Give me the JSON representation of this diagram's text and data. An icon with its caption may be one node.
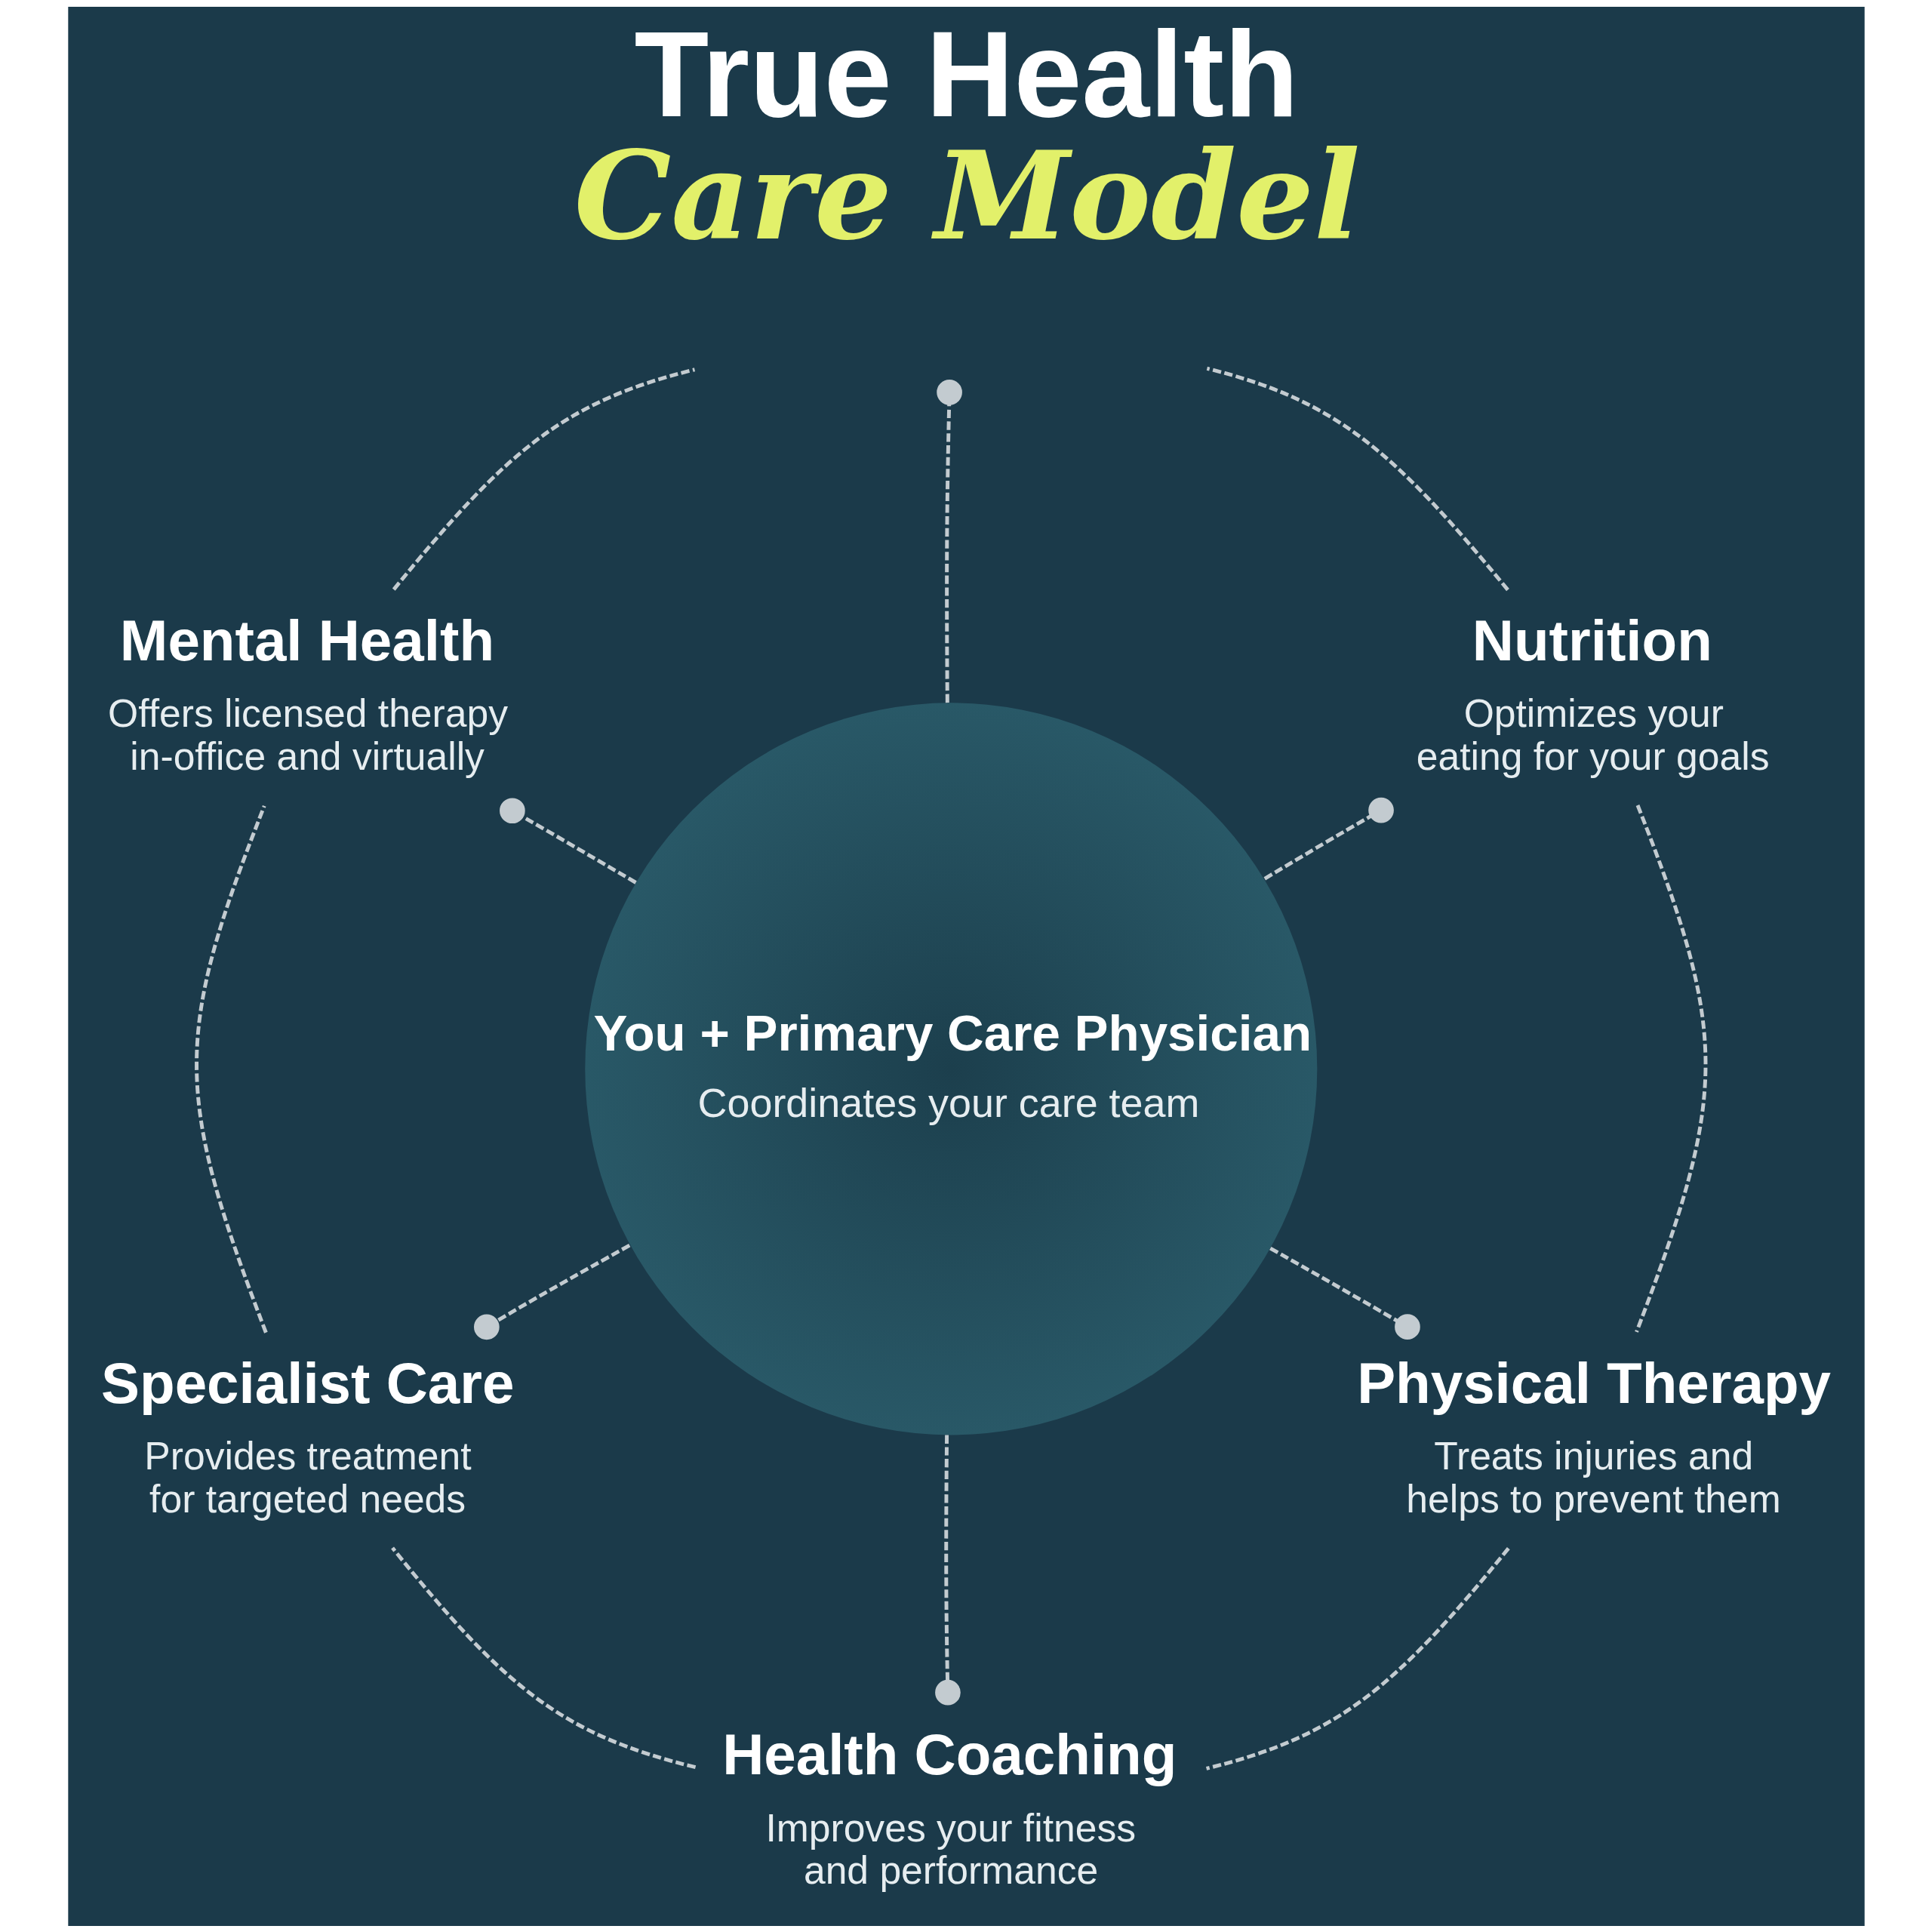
{
  "diagram": {
    "title": "True Health Care Model",
    "nodes": [
      {
        "text": [
          "Mental Health",
          "Offers licensed therapy in-office and virtually"
        ]
      },
      {
        "text": [
          "Nutrition",
          "Optimizes your eating for your goals"
        ]
      },
      {
        "text": [
          "You + Primary Care Physician",
          "Coordinates your care team"
        ]
      },
      {
        "text": [
          "Specialist Care",
          "Provides treatment for targeted needs"
        ]
      },
      {
        "text": [
          "Physical Therapy",
          "Treats injuries and helps to prevent them"
        ]
      },
      {
        "text": [
          "Health Coaching",
          "Improves your fitness and performance"
        ]
      }
    ],
    "edges": [
      {
        "from": 2,
        "to": null,
        "arrow": "other",
        "style": "dashed"
      },
      {
        "from": 2,
        "to": 1,
        "arrow": "other",
        "style": "dashed"
      },
      {
        "from": 2,
        "to": 4,
        "arrow": "other",
        "style": "dashed"
      },
      {
        "from": 2,
        "to": 5,
        "arrow": "other",
        "style": "dashed"
      },
      {
        "from": 2,
        "to": 3,
        "arrow": "other",
        "style": "dashed"
      },
      {
        "from": 2,
        "to": 0,
        "arrow": "other",
        "style": "dashed"
      },
      {
        "from": 1,
        "to": null,
        "arrow": "none",
        "style": "dashed"
      },
      {
        "from": 1,
        "to": 4,
        "arrow": "none",
        "style": "dashed"
      },
      {
        "from": 4,
        "to": 5,
        "arrow": "none",
        "style": "dashed"
      },
      {
        "from": 5,
        "to": 3,
        "arrow": "none",
        "style": "dashed"
      },
      {
        "from": 3,
        "to": 0,
        "arrow": "none",
        "style": "dashed"
      },
      {
        "from": 0,
        "to": null,
        "arrow": "none",
        "style": "dashed"
      }
    ]
  }
}
